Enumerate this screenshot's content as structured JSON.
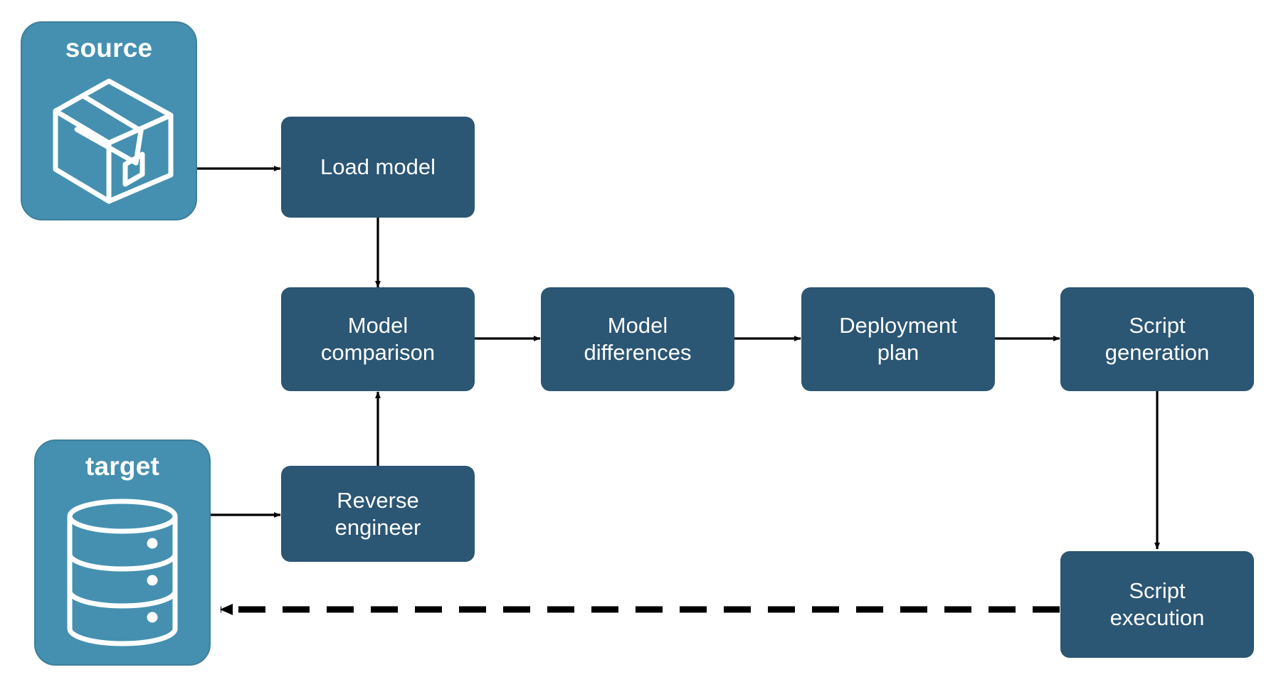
{
  "diagram": {
    "title": "Database schema compare and deploy flow",
    "background": "#ffffff",
    "colors": {
      "endpoint_fill": "#4590b0",
      "endpoint_stroke": "#3f8099",
      "process_fill": "#2b5674",
      "text_on_fill": "#ffffff",
      "edge_stroke": "#000000"
    }
  },
  "nodes": {
    "source": {
      "label": "source",
      "icon": "package-box-icon",
      "kind": "endpoint"
    },
    "target": {
      "label": "target",
      "icon": "database-cylinder-icon",
      "kind": "endpoint"
    },
    "load_model": {
      "label": "Load model",
      "kind": "process"
    },
    "model_comparison": {
      "line1": "Model",
      "line2": "comparison",
      "kind": "process"
    },
    "model_differences": {
      "line1": "Model",
      "line2": "differences",
      "kind": "process"
    },
    "deployment_plan": {
      "line1": "Deployment",
      "line2": "plan",
      "kind": "process"
    },
    "script_generation": {
      "line1": "Script",
      "line2": "generation",
      "kind": "process"
    },
    "reverse_engineer": {
      "line1": "Reverse",
      "line2": "engineer",
      "kind": "process"
    },
    "script_execution": {
      "line1": "Script",
      "line2": "execution",
      "kind": "process"
    }
  },
  "edges": [
    {
      "id": "source-to-load-model",
      "from": "source",
      "to": "load_model",
      "style": "solid",
      "direction": "right"
    },
    {
      "id": "load-model-to-model-comparison",
      "from": "load_model",
      "to": "model_comparison",
      "style": "solid",
      "direction": "down"
    },
    {
      "id": "model-comparison-to-model-differences",
      "from": "model_comparison",
      "to": "model_differences",
      "style": "solid",
      "direction": "right"
    },
    {
      "id": "model-differences-to-deployment-plan",
      "from": "model_differences",
      "to": "deployment_plan",
      "style": "solid",
      "direction": "right"
    },
    {
      "id": "deployment-plan-to-script-generation",
      "from": "deployment_plan",
      "to": "script_generation",
      "style": "solid",
      "direction": "right"
    },
    {
      "id": "script-generation-to-script-execution",
      "from": "script_generation",
      "to": "script_execution",
      "style": "solid",
      "direction": "down"
    },
    {
      "id": "target-to-reverse-engineer",
      "from": "target",
      "to": "reverse_engineer",
      "style": "solid",
      "direction": "right"
    },
    {
      "id": "reverse-engineer-to-model-comparison",
      "from": "reverse_engineer",
      "to": "model_comparison",
      "style": "solid",
      "direction": "up"
    },
    {
      "id": "script-execution-to-target",
      "from": "script_execution",
      "to": "target",
      "style": "dashed",
      "direction": "left"
    }
  ]
}
